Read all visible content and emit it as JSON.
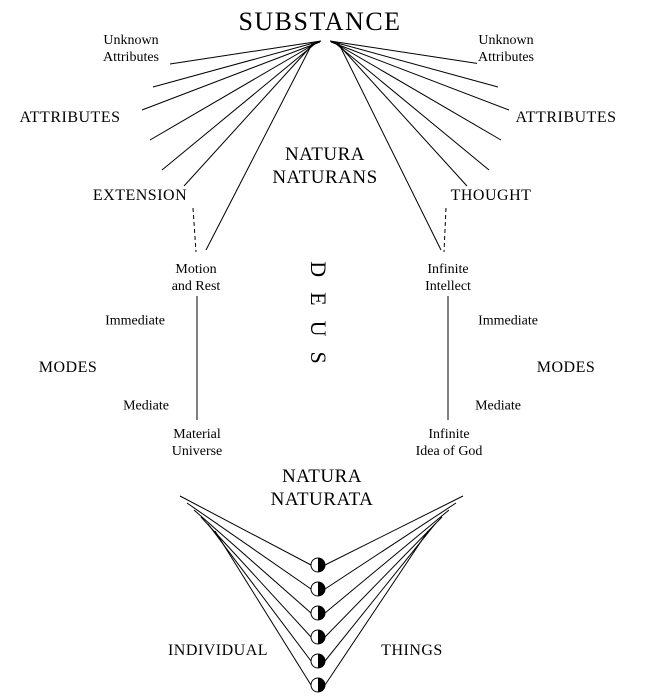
{
  "diagram": {
    "substance": "SUBSTANCE",
    "unknown_attributes": {
      "line1": "Unknown",
      "line2": "Attributes"
    },
    "attributes": "ATTRIBUTES",
    "natura_naturans": {
      "line1": "NATURA",
      "line2": "NATURANS"
    },
    "extension": "EXTENSION",
    "thought": "THOUGHT",
    "deus": "DEUS",
    "motion_and_rest": {
      "line1": "Motion",
      "line2": "and Rest"
    },
    "infinite_intellect": {
      "line1": "Infinite",
      "line2": "Intellect"
    },
    "immediate": "Immediate",
    "mediate": "Mediate",
    "modes": "MODES",
    "material_universe": {
      "line1": "Material",
      "line2": "Universe"
    },
    "infinite_idea_of_god": {
      "line1": "Infinite",
      "line2": "Idea of God"
    },
    "natura_naturata": {
      "line1": "NATURA",
      "line2": "NATURATA"
    },
    "individual": "INDIVIDUAL",
    "things": "THINGS",
    "individual_things_count": 6
  },
  "icons": {
    "individual_thing": "half-filled-circle"
  },
  "colors": {
    "ink": "#000000",
    "background": "#ffffff"
  }
}
